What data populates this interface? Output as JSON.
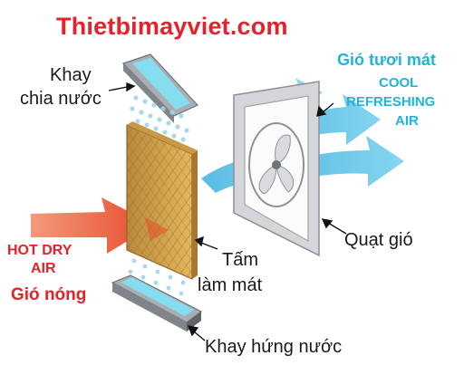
{
  "site": {
    "title": "Thietbimayviet.com"
  },
  "labels": {
    "top_tray": [
      "Khay",
      "chia nước"
    ],
    "fresh_air_vi": "Gió tươi mát",
    "fresh_air_en": [
      "COOL",
      "REFRESHING",
      "AIR"
    ],
    "hot_air_en": [
      "HOT DRY",
      "AIR"
    ],
    "hot_air_vi": "Gió nóng",
    "cooling_pad": [
      "Tấm",
      "làm mát"
    ],
    "fan": "Quạt gió",
    "bottom_tray": "Khay hứng nước"
  },
  "colors": {
    "brand_red": "#e3222b",
    "cool_cyan": "#1fb4d8",
    "hot_arrow": "#ee5a3a",
    "cool_arrow": "#56c3e8",
    "pad": "#d7a04a",
    "tray": "#9aa0a6",
    "water": "#7fdcef",
    "fan_frame": "#c7c9cc"
  }
}
